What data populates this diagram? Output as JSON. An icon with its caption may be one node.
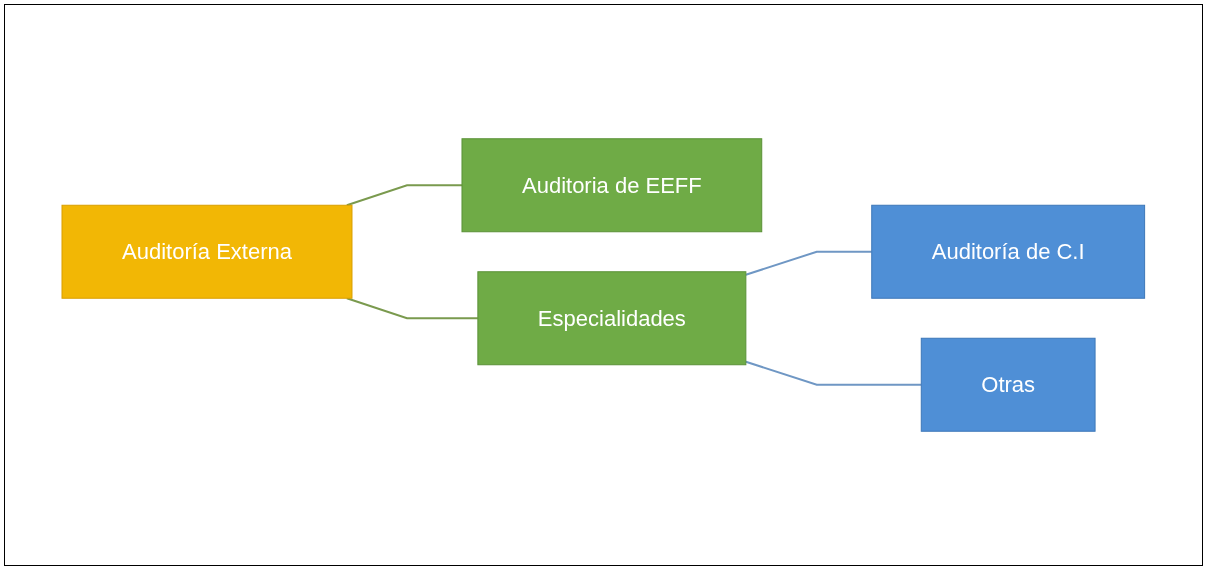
{
  "diagram": {
    "nodes": [
      {
        "text": [
          "Auditoría Externa"
        ]
      },
      {
        "text": [
          "Auditoria de EEFF"
        ]
      },
      {
        "text": [
          "Especialidades"
        ]
      },
      {
        "text": [
          "Auditoría de C.I"
        ]
      },
      {
        "text": [
          "Otras"
        ]
      }
    ],
    "edges": [
      {
        "from": 0,
        "to": 1,
        "arrow": "none",
        "color": "#7a9a4e"
      },
      {
        "from": 0,
        "to": 2,
        "arrow": "none",
        "color": "#7a9a4e"
      },
      {
        "from": 2,
        "to": 3,
        "arrow": "none",
        "color": "#6f97c4"
      },
      {
        "from": 2,
        "to": 4,
        "arrow": "none",
        "color": "#6f97c4"
      }
    ]
  }
}
